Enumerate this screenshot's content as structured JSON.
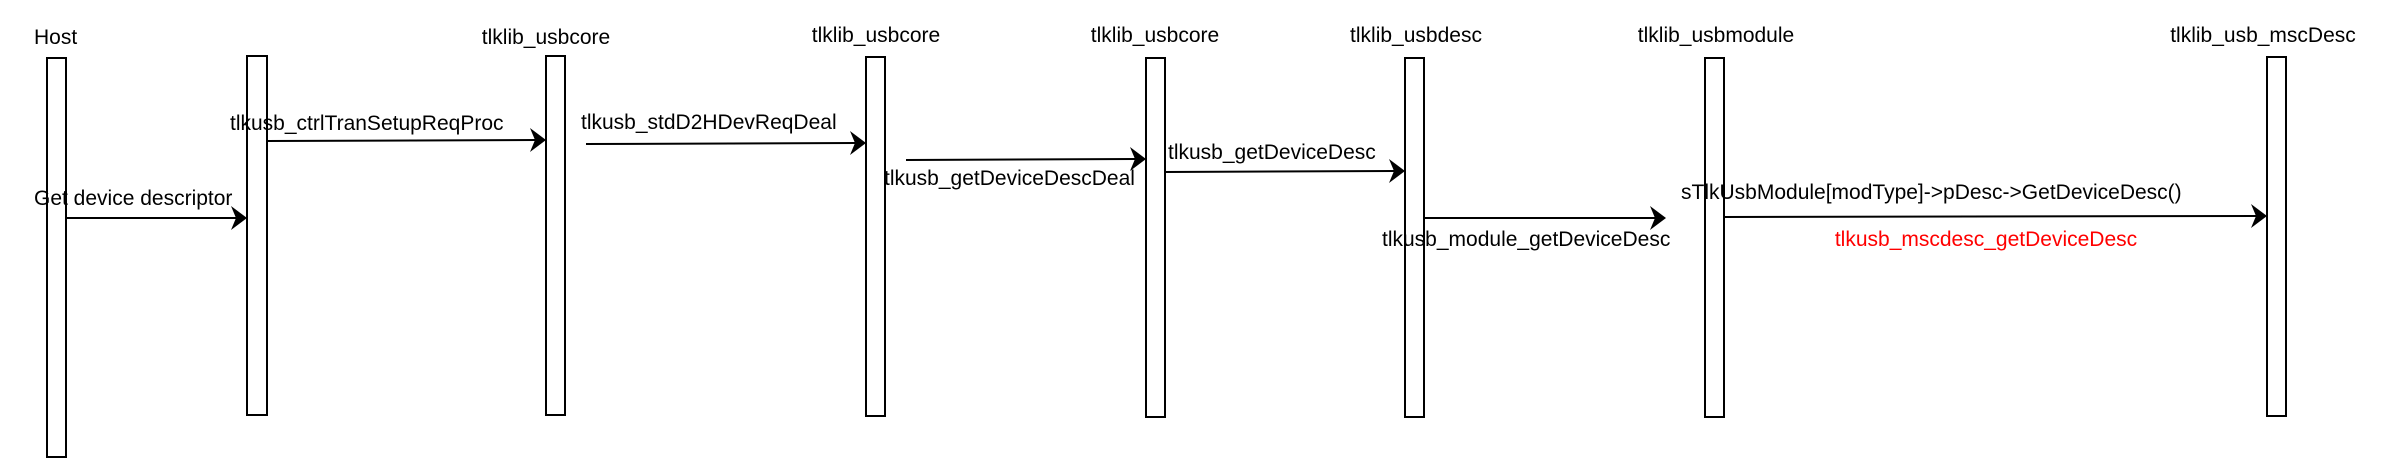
{
  "participants": [
    {
      "label": "Host"
    },
    {
      "label": ""
    },
    {
      "label": "tlklib_usbcore"
    },
    {
      "label": "tlklib_usbcore"
    },
    {
      "label": "tlklib_usbcore"
    },
    {
      "label": "tlklib_usbdesc"
    },
    {
      "label": "tlklib_usbmodule"
    },
    {
      "label": "tlklib_usb_mscDesc"
    }
  ],
  "messages": [
    {
      "label": "Get device descriptor"
    },
    {
      "label": "tlkusb_ctrlTranSetupReqProc"
    },
    {
      "label": "tlkusb_stdD2HDevReqDeal"
    },
    {
      "label": "tlkusb_getDeviceDescDeal"
    },
    {
      "label": "tlkusb_getDeviceDesc"
    },
    {
      "label": "tlkusb_module_getDeviceDesc"
    },
    {
      "label": "sTlkUsbModule[modType]->pDesc->GetDeviceDesc()"
    }
  ],
  "notes": [
    {
      "label": "tlkusb_mscdesc_getDeviceDesc",
      "color": "#ff0000"
    }
  ]
}
